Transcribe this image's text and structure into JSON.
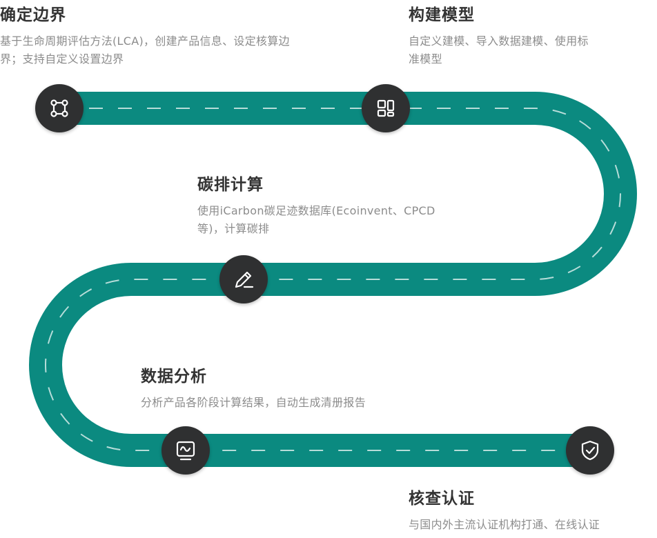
{
  "colors": {
    "road": "#0b8a80",
    "road_dash": "#b7ddd9",
    "node_bg": "#2f3031",
    "title_text": "#333333",
    "desc_text": "#8c8c8c"
  },
  "steps": [
    {
      "title": "确定边界",
      "desc": "基于生命周期评估方法(LCA)，创建产品信息、设定核算边界；支持自定义设置边界",
      "icon": "boundary-nodes-icon"
    },
    {
      "title": "构建模型",
      "desc": "自定义建模、导入数据建模、使用标准模型",
      "icon": "grid-blocks-icon"
    },
    {
      "title": "碳排计算",
      "desc": "使用iCarbon碳足迹数据库(Ecoinvent、CPCD等)，计算碳排",
      "icon": "pencil-edit-icon"
    },
    {
      "title": "数据分析",
      "desc": "分析产品各阶段计算结果，自动生成清册报告",
      "icon": "monitor-wave-icon"
    },
    {
      "title": "核查认证",
      "desc": "与国内外主流认证机构打通、在线认证",
      "icon": "shield-check-icon"
    }
  ]
}
